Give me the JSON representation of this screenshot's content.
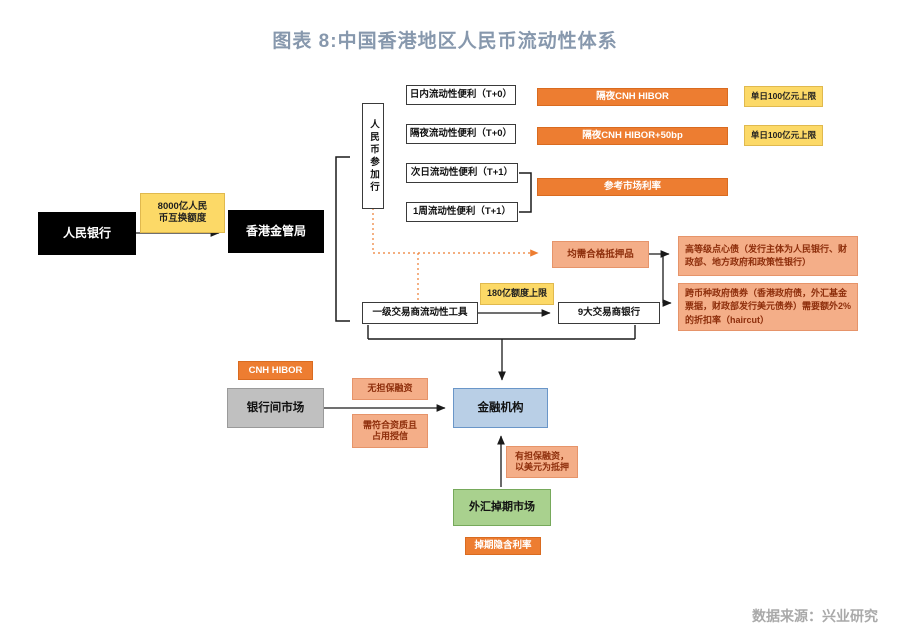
{
  "title": "图表 8:中国香港地区人民币流动性体系",
  "source": "数据来源：兴业研究",
  "colors": {
    "title": "#8798ad",
    "muted": "#a9a9a9",
    "orange": "#ed7d31",
    "orange-border": "#d96b20",
    "yellow": "#fcd967",
    "yellow-border": "#e0b94e",
    "salmon": "#f4ae88",
    "salmon-border": "#e6946a",
    "salmon-text": "#8e2f0c",
    "gray": "#c0c0c0",
    "blue": "#b9cfe6",
    "blue-border": "#6a96c8",
    "green": "#a9d18e",
    "green-border": "#76a95b",
    "wire": "#1a1a1a",
    "wire-dotted": "#ed7d31"
  },
  "nodes": {
    "pboc": "人民银行",
    "swap_quota": "8000亿人民\n币互换额度",
    "hkma": "香港金管局",
    "participating_banks": "人民币参加行",
    "facility_intraday": "日内流动性便利（T+0）",
    "facility_overnight": "隔夜流动性便利（T+0）",
    "facility_nextday": "次日流动性便利（T+1）",
    "facility_1week": "1周流动性便利（T+1）",
    "rate_overnight": "隔夜CNH HIBOR",
    "cap_daily_1": "单日100亿元上限",
    "rate_overnight_50bp": "隔夜CNH HIBOR+50bp",
    "cap_daily_2": "单日100亿元上限",
    "rate_reference": "参考市场利率",
    "collateral_required": "均需合格抵押品",
    "dimsum_bonds": "高等级点心债（发行主体为人民银行、财政部、地方政府和政策性银行）",
    "cross_currency_bonds": "跨币种政府债券（香港政府债，外汇基金票据，财政部发行美元债券）需要额外2%的折扣率（haircut）",
    "pd_liquidity_tool": "一级交易商流动性工具",
    "cap_180": "180亿额度上限",
    "dealer_banks": "9大交易商银行",
    "cnh_hibor": "CNH HIBOR",
    "interbank_market": "银行间市场",
    "unsecured_financing": "无担保融资",
    "qualification_note": "需符合资质且\n占用授信",
    "financial_institutions": "金融机构",
    "secured_financing": "有担保融资，\n以美元为抵押",
    "fx_swap_market": "外汇掉期市场",
    "swap_implied_rate": "掉期隐含利率"
  }
}
